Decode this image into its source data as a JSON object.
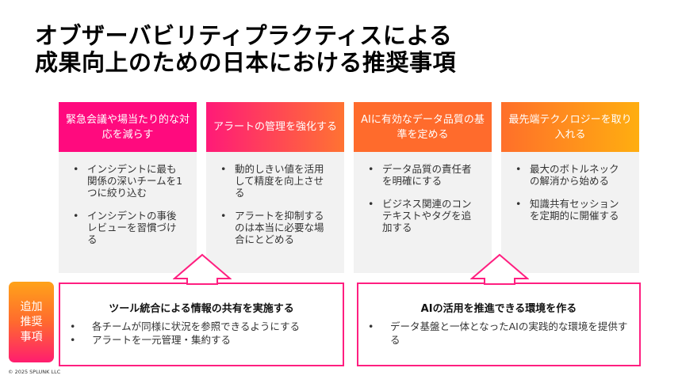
{
  "title": {
    "line1": "オブザーバビリティプラクティスによる",
    "line2": "成果向上のための日本における推奨事項"
  },
  "columns": [
    {
      "header": "緊急会議や場当たり的な対応を減らす",
      "bullets": [
        "インシデントに最も関係の深いチームを1つに絞り込む",
        "インシデントの事後レビューを習慣づける"
      ]
    },
    {
      "header": "アラートの管理を強化する",
      "bullets": [
        "動的しきい値を活用して精度を向上させる",
        "アラートを抑制するのは本当に必要な場合にとどめる"
      ]
    },
    {
      "header": "AIに有効なデータ品質の基準を定める",
      "bullets": [
        "データ品質の責任者を明確にする",
        "ビジネス関連のコンテキストやタグを追加する"
      ]
    },
    {
      "header": "最先端テクノロジーを取り入れる",
      "bullets": [
        "最大のボトルネックの解消から始める",
        "知識共有セッションを定期的に開催する"
      ]
    }
  ],
  "additional": {
    "label": "追加推奨事項",
    "boxes": [
      {
        "title": "ツール統合による情報の共有を実施する",
        "bullets": [
          "各チームが同様に状況を参照できるようにする",
          "アラートを一元管理・集約する"
        ]
      },
      {
        "title": "AIの活用を推進できる環境を作る",
        "bullets": [
          "データ基盤と一体となったAIの実践的な環境を提供する"
        ]
      }
    ]
  },
  "footer": {
    "copyright": "© 2025 SPLUNK LLC"
  },
  "colors": {
    "pink": "#ff0a7e",
    "orange": "#ff6b2c",
    "amber": "#ffae10"
  }
}
